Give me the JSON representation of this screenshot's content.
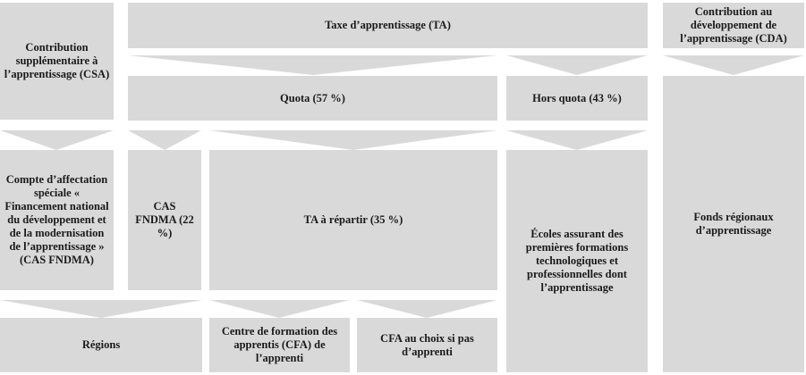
{
  "boxes": {
    "taxe": "Taxe d’apprentissage (TA)",
    "csa": "Contribution supplémentaire à l’apprentissage (CSA)",
    "cda": "Contribution au développement de l’apprentissage (CDA)",
    "quota": "Quota (57 %)",
    "hors_quota": "Hors quota (43 %)",
    "cas_fndma_full": "Compte d’affectation spéciale « Financement national du développement et de la modernisation de l’apprentissage » (CAS FNDMA)",
    "cas_fndma_22": "CAS FNDMA (22 %)",
    "ta_repartir": "TA à répartir (35 %)",
    "ecoles": "Écoles assurant des premières formations technologiques et professionnelles dont l’apprentissage",
    "fonds_regionaux": "Fonds régionaux d’apprentissage",
    "regions": "Régions",
    "cfa_apprenti": "Centre de formation des apprentis (CFA) de l’apprenti",
    "cfa_choix": "CFA au choix si pas d’apprenti"
  }
}
